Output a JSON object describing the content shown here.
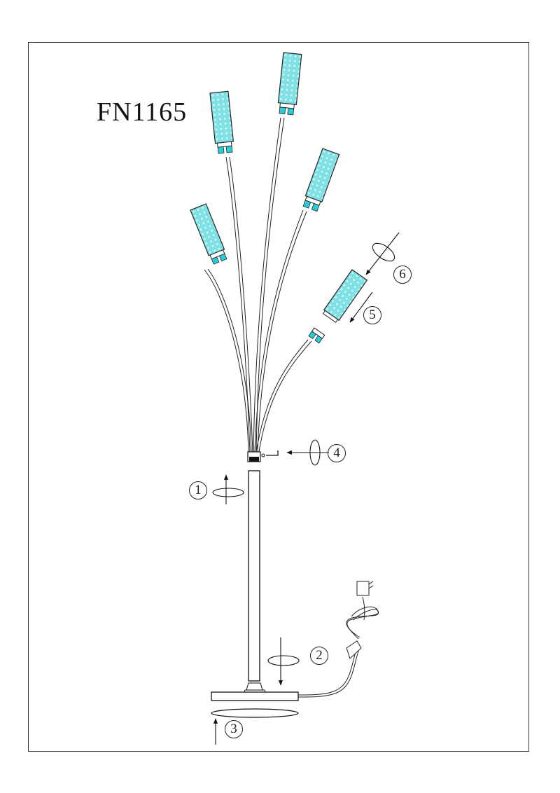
{
  "title": "FN1165",
  "colors": {
    "shade_fill": "#7fe3e6",
    "shade_dot": "#c6f3f4",
    "connector": "#27d0d6",
    "line": "#222222",
    "frame": "#333333"
  },
  "steps": [
    {
      "id": 1,
      "label": "1",
      "action": "rotate stem section upward"
    },
    {
      "id": 2,
      "label": "2",
      "action": "screw stem into base"
    },
    {
      "id": 3,
      "label": "3",
      "action": "attach base pad"
    },
    {
      "id": 4,
      "label": "4",
      "action": "insert and twist arm cluster"
    },
    {
      "id": 5,
      "label": "5",
      "action": "slide shade onto socket"
    },
    {
      "id": 6,
      "label": "6",
      "action": "twist shade to lock"
    }
  ],
  "parts": {
    "shades": 5,
    "arms": 5,
    "stem": "straight pole",
    "base": "flat round base",
    "cord": "power cord with inline switch and plug adapter"
  }
}
